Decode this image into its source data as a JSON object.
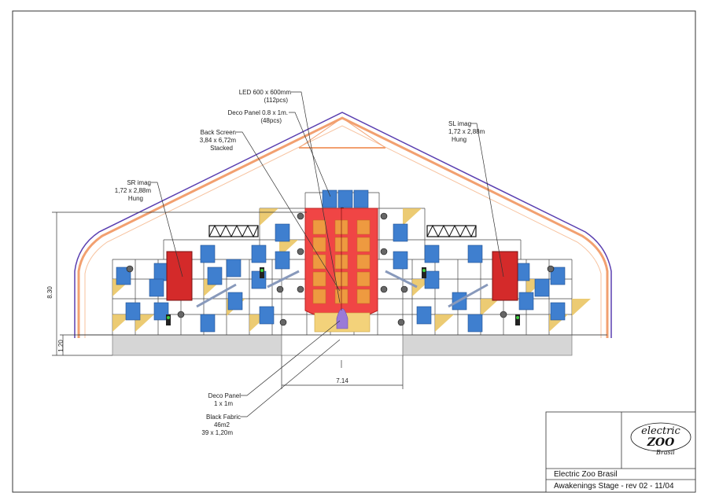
{
  "annotations": {
    "led": {
      "line1": "LED 600 x 600mm",
      "line2": "(112pcs)"
    },
    "deco_top": {
      "line1": "Deco Panel 0.8 x 1m.",
      "line2": "(48pcs)"
    },
    "back_screen": {
      "line1": "Back Screen",
      "line2": "3,84 x 6,72m",
      "line3": "Stacked"
    },
    "sr_imag": {
      "line1": "SR imag",
      "line2": "1,72 x 2,88m",
      "line3": "Hung"
    },
    "sl_imag": {
      "line1": "SL imag",
      "line2": "1,72 x 2,88m",
      "line3": "Hung"
    },
    "deco_bottom": {
      "line1": "Deco Panel",
      "line2": "1 x 1m"
    },
    "black_fabric": {
      "line1": "Black Fabric",
      "line2": "46m2",
      "line3": "39 x 1,20m"
    }
  },
  "dimensions": {
    "height": "8.30",
    "base_height": "1.20",
    "width": "7.14"
  },
  "title_block": {
    "client": "Electric Zoo Brasil",
    "drawing": "Awakenings Stage - rev 02 - 11/04"
  },
  "logo": {
    "line1": "electric",
    "line2": "ZOO",
    "line3": "Brasil"
  },
  "colors": {
    "screen_red": "#f04545",
    "imag_red": "#d42a2a",
    "led_blue": "#3f7fcf",
    "deco_gold": "#e9c25a",
    "deco_orange": "#ee9a40",
    "truss_orange": "#f2a070",
    "roof_purple": "#5a3fb0",
    "base_gray": "#d6d6d6"
  }
}
